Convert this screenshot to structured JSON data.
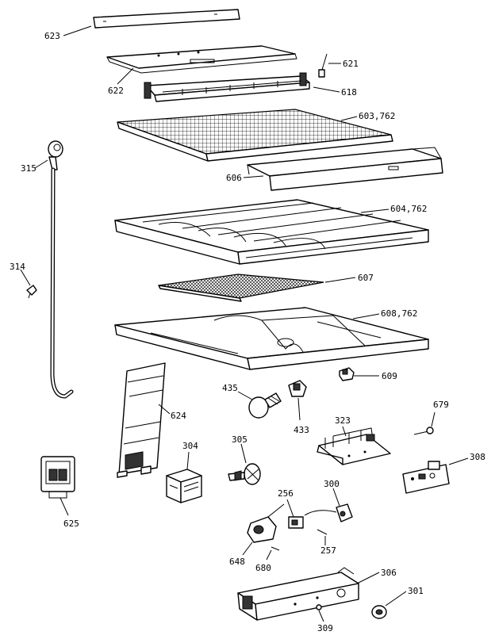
{
  "diagram": {
    "labels": {
      "p623": "623",
      "p622": "622",
      "p621": "621",
      "p618": "618",
      "p603": "603,762",
      "p606": "606",
      "p315": "315",
      "p604": "604,762",
      "p314": "314",
      "p607": "607",
      "p608": "608,762",
      "p609": "609",
      "p435": "435",
      "p433": "433",
      "p624": "624",
      "p323": "323",
      "p679": "679",
      "p304": "304",
      "p305": "305",
      "p308": "308",
      "p625": "625",
      "p256": "256",
      "p300": "300",
      "p257": "257",
      "p648": "648",
      "p680": "680",
      "p306": "306",
      "p301": "301",
      "p309": "309"
    }
  }
}
